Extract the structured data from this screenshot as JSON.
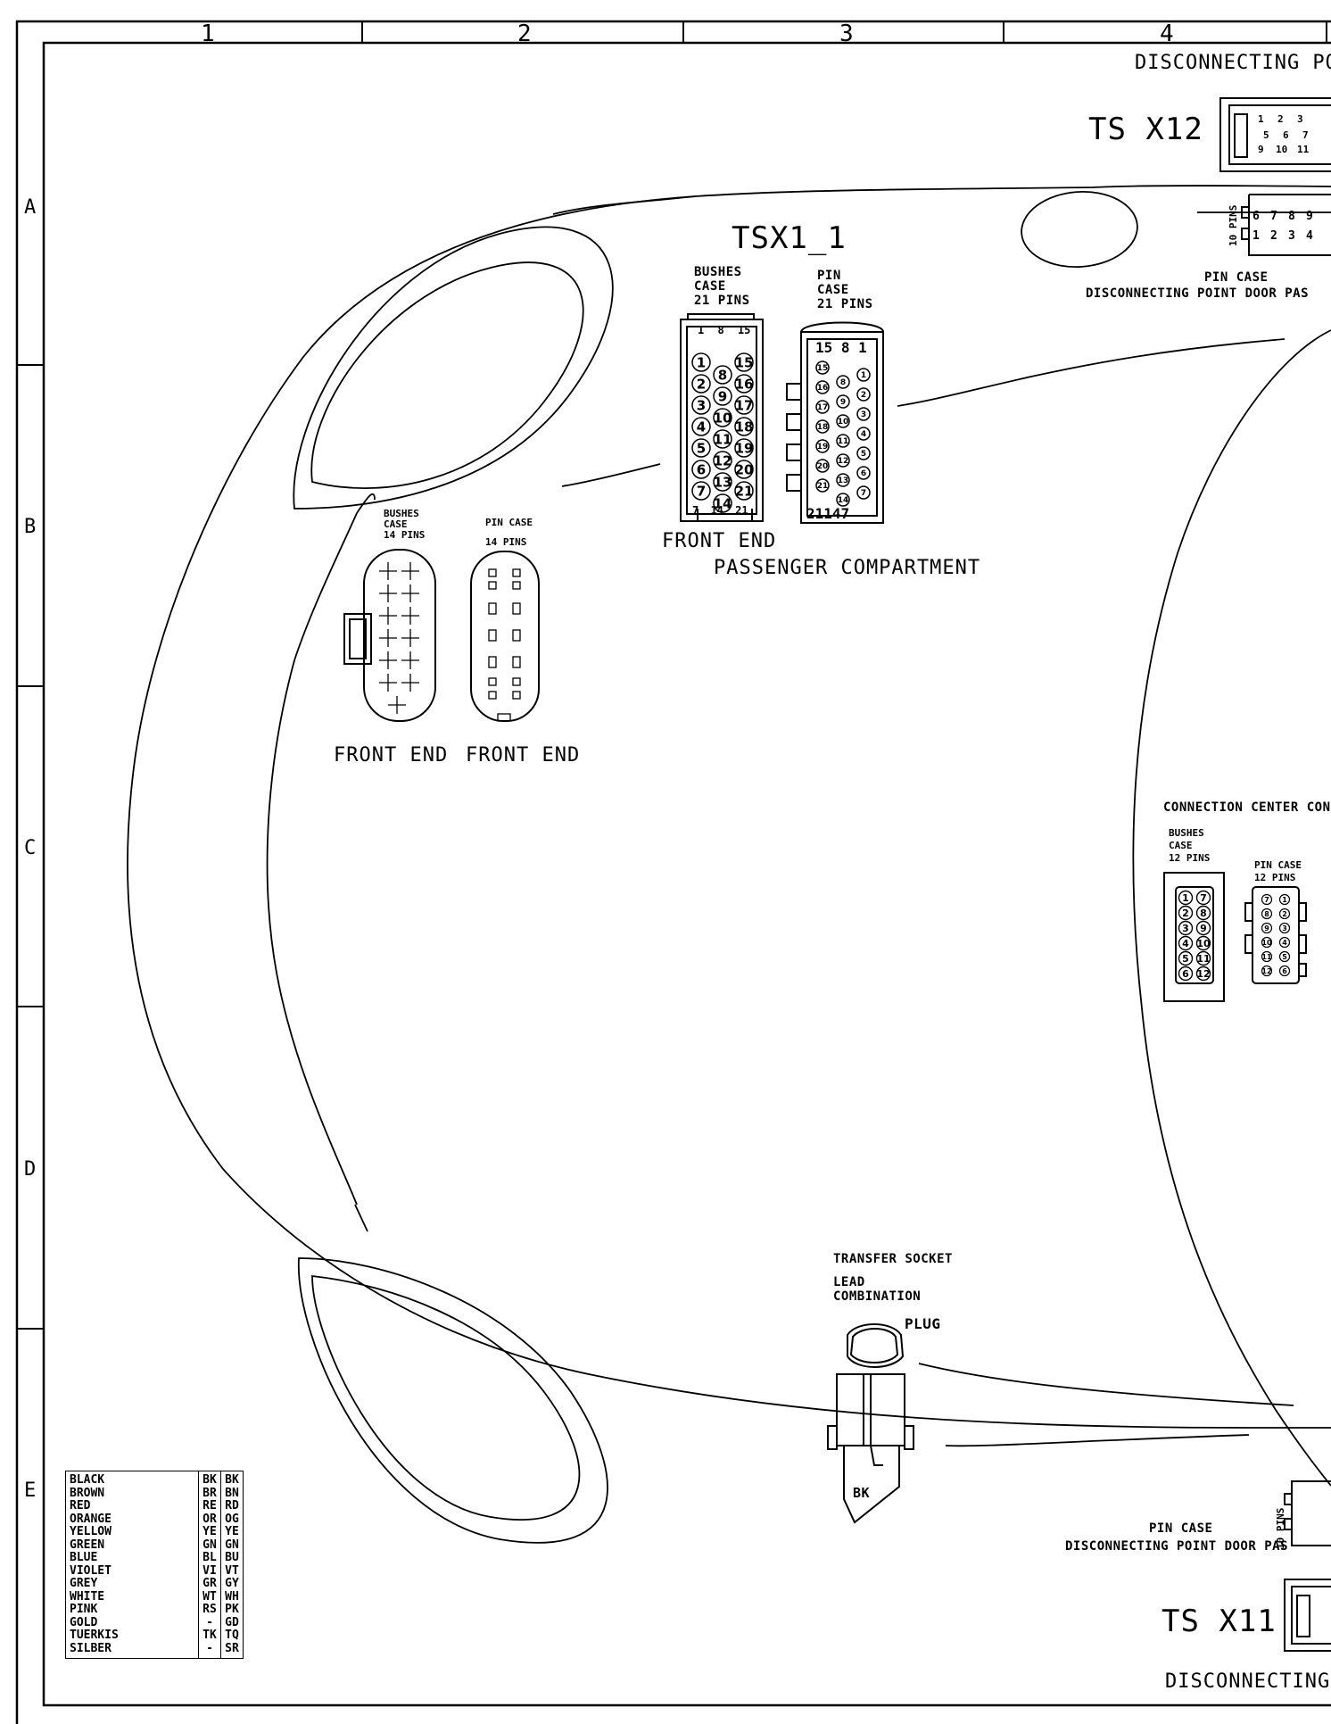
{
  "grid": {
    "columns": [
      "1",
      "2",
      "3",
      "4"
    ],
    "rows": [
      "A",
      "B",
      "C",
      "D",
      "E"
    ]
  },
  "labels": {
    "disconnecting_point_top": "DISCONNECTING PO",
    "ts_x12": "TS X12",
    "ten_pins_top": "10 PINS",
    "pin_case_top": "PIN CASE",
    "disconnecting_point_door_top": "DISCONNECTING POINT DOOR PAS",
    "tsx1_1": "TSX1_1",
    "bushes_case_21_line1": "BUSHES",
    "bushes_case_21_line2": "CASE",
    "bushes_case_21_line3": "21 PINS",
    "pin_case_21_line1": "PIN",
    "pin_case_21_line2": "CASE",
    "pin_case_21_line3": "21 PINS",
    "bushes_21_top_numbers": "1 8 15",
    "bushes_21_bottom_numbers": "7 14 21",
    "pin_21_top_numbers": "15 8 1",
    "pin_21_bottom_numbers": "21147",
    "front_end_tsx1": "FRONT END",
    "passenger_compartment": "PASSENGER COMPARTMENT",
    "bushes_case_14_line1": "BUSHES",
    "bushes_case_14_line2": "CASE",
    "bushes_case_14_line3": "14 PINS",
    "pin_case_14_line1": "PIN CASE",
    "pin_case_14_line2": "14 PINS",
    "front_end_left": "FRONT END",
    "front_end_right": "FRONT END",
    "connection_center": "CONNECTION CENTER CONS",
    "bushes_case_12_line1": "BUSHES",
    "bushes_case_12_line2": "CASE",
    "bushes_case_12_line3": "12 PINS",
    "pin_case_12_line1": "PIN CASE",
    "pin_case_12_line2": "12 PINS",
    "transfer_socket": "TRANSFER SOCKET",
    "lead_combination_line1": "LEAD",
    "lead_combination_line2": "COMBINATION",
    "plug": "PLUG",
    "bk": "BK",
    "ten_pins_bottom": "10 PINS",
    "pin_case_bottom": "PIN CASE",
    "disconnecting_point_door_bottom": "DISCONNECTING POINT DOOR PAS",
    "ts_x11": "TS X11",
    "disconnecting_bottom": "DISCONNECTING"
  },
  "legend": {
    "names": [
      "BLACK",
      "BROWN",
      "RED",
      "ORANGE",
      "YELLOW",
      "GREEN",
      "BLUE",
      "VIOLET",
      "GREY",
      "WHITE",
      "PINK",
      "GOLD",
      "TUERKIS",
      "SILBER"
    ],
    "codes_de": [
      "BK",
      "BR",
      "RE",
      "OR",
      "YE",
      "GN",
      "BL",
      "VI",
      "GR",
      "WT",
      "RS",
      "-",
      "TK",
      "-"
    ],
    "codes_en": [
      "BK",
      "BN",
      "RD",
      "OG",
      "YE",
      "GN",
      "BU",
      "VT",
      "GY",
      "WH",
      "PK",
      "GD",
      "TQ",
      "SR"
    ]
  },
  "pins": {
    "bushes_21_left": [
      "1",
      "2",
      "3",
      "4",
      "5",
      "6",
      "7"
    ],
    "bushes_21_mid": [
      "8",
      "9",
      "10",
      "11",
      "12",
      "13",
      "14"
    ],
    "bushes_21_right": [
      "15",
      "16",
      "17",
      "18",
      "19",
      "20",
      "21"
    ],
    "pin_21_left": [
      "15",
      "16",
      "17",
      "18",
      "19",
      "20",
      "21"
    ],
    "pin_21_mid": [
      "8",
      "9",
      "10",
      "11",
      "12",
      "13",
      "14"
    ],
    "pin_21_right": [
      "1",
      "2",
      "3",
      "4",
      "5",
      "6",
      "7"
    ],
    "bushes_12_left": [
      "1",
      "2",
      "3",
      "4",
      "5",
      "6"
    ],
    "bushes_12_right": [
      "7",
      "8",
      "9",
      "10",
      "11",
      "12"
    ],
    "pin_12_left": [
      "7",
      "8",
      "9",
      "10",
      "11",
      "12"
    ],
    "pin_12_right": [
      "1",
      "2",
      "3",
      "4",
      "5",
      "6"
    ],
    "top_10_row1": [
      "6",
      "7",
      "8",
      "9"
    ],
    "top_10_row2": [
      "1",
      "2",
      "3",
      "4"
    ],
    "x12_row1": [
      "1",
      "2",
      "3"
    ],
    "x12_row2": [
      "5",
      "6",
      "7"
    ],
    "x12_row3": [
      "9",
      "10",
      "11"
    ]
  }
}
